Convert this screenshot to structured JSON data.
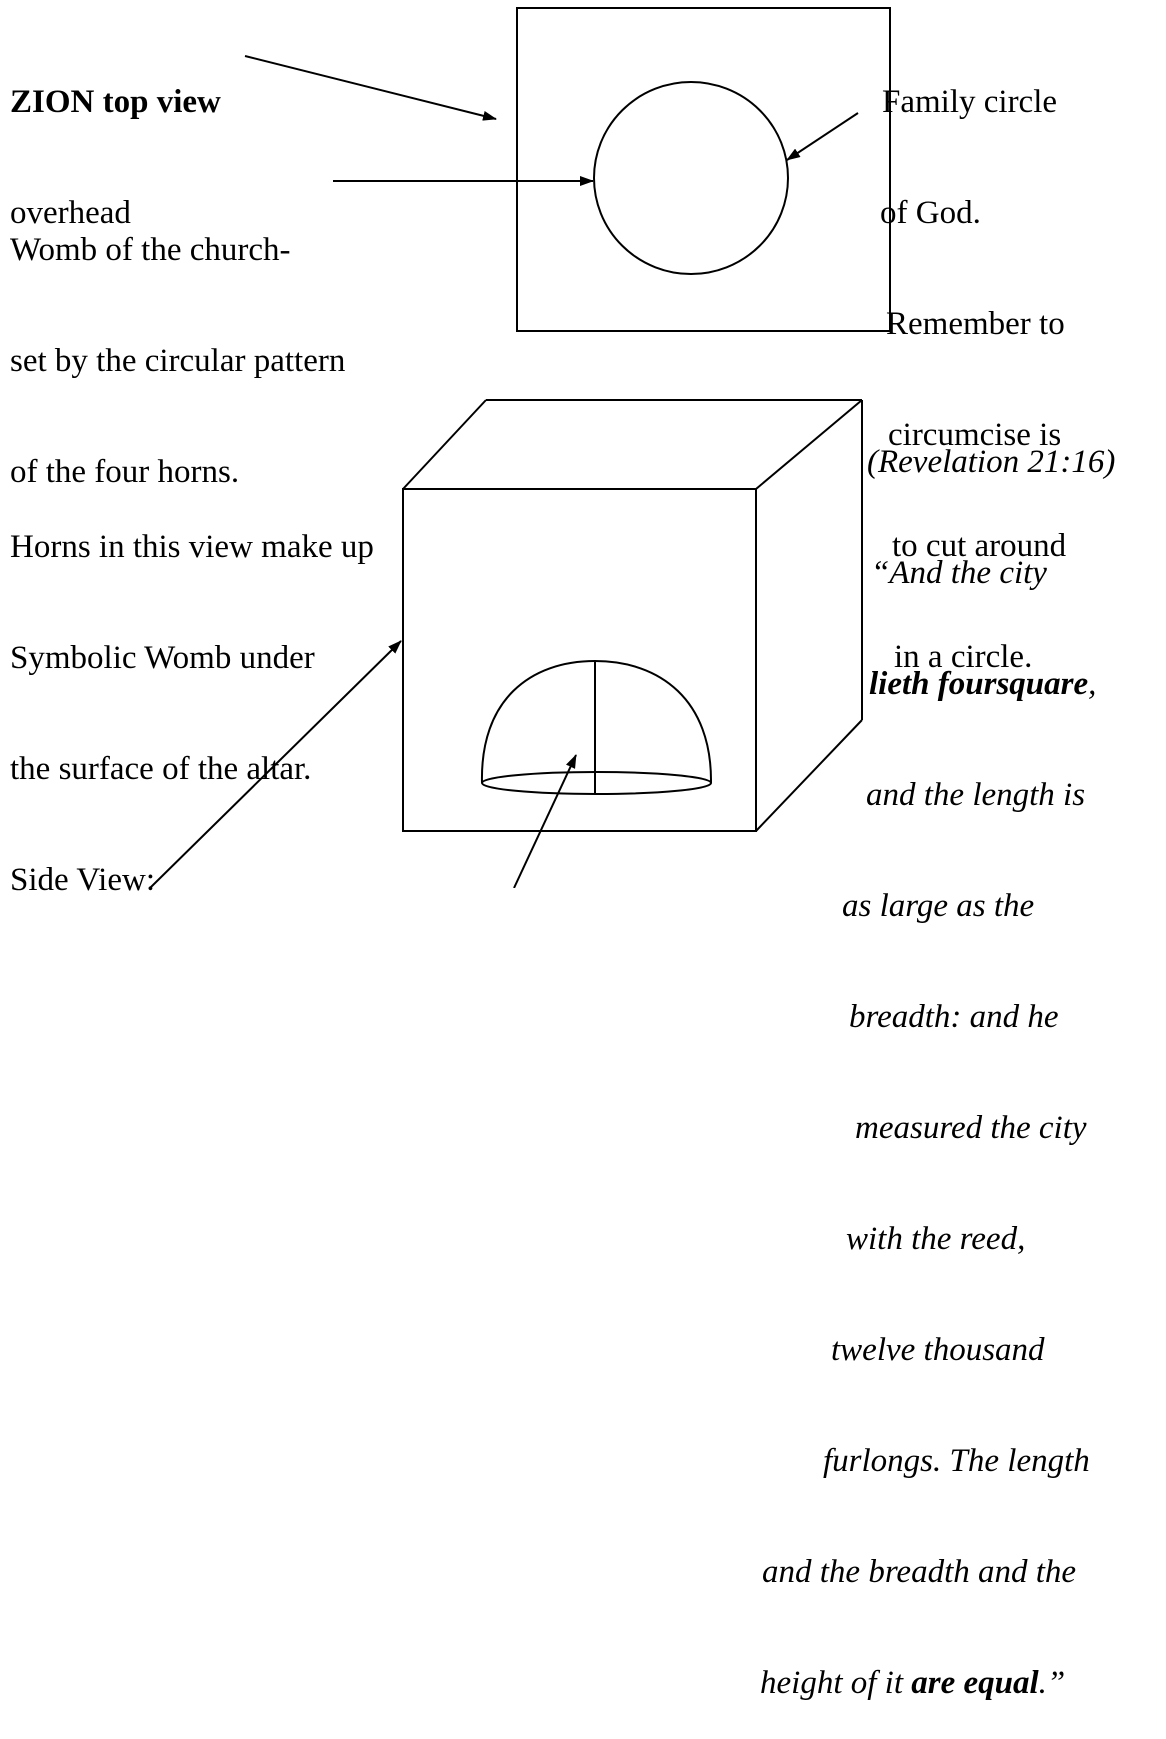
{
  "top_view": {
    "title_bold": "ZION top view",
    "title_sub": "overhead",
    "womb_lines": [
      "Womb of the church-",
      "set by the circular pattern",
      "of the four horns."
    ],
    "family_lines": [
      "Family circle",
      "of God.",
      "Remember to",
      "circumcise is",
      "to cut around",
      "in a circle."
    ]
  },
  "side_view": {
    "horns_lines": [
      "Horns in this view make up",
      "Symbolic Womb under",
      "the surface of the altar.",
      "Side View:"
    ]
  },
  "quote": {
    "l1": "(Revelation 21:16)",
    "l2": "“And the city",
    "l3_bold": "lieth foursquare",
    "l3_rest": ",",
    "l4": "and the length is",
    "l5": "as large as the",
    "l6": "breadth: and he",
    "l7": "measured the city",
    "l8": "with the reed,",
    "l9": "twelve thousand",
    "l10": "furlongs. The length",
    "l11": "and the breadth and the",
    "l12_pre": "height of it ",
    "l12_bold": "are equal",
    "l12_post": ".”"
  },
  "colors": {
    "ink": "#000000",
    "background": "#ffffff"
  }
}
